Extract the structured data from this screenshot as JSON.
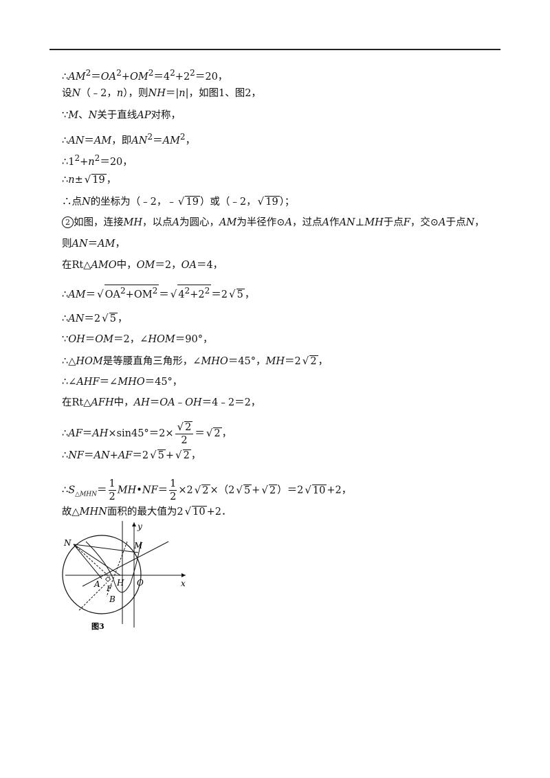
{
  "lines": [
    "∴AM²=OA²+OM²=4²+2²=20，",
    "设N（﹣2，n），则NH=|n|，如图1、图2，",
    "∵M、N关于直线AP对称，",
    "∴AN=AM，即AN²=AM²，",
    "∴1²+n²=20，",
    "∴n±√19，",
    "∴点N的坐标为（﹣2，﹣√19）或（﹣2，√19）；",
    "②如图，连接MH，以点A为圆心，AM为半径作⊙A，过点A作AN⊥MH于点F，交⊙A于点N，",
    "则AN=AM，",
    "在Rt△AMO中，OM=2，OA=4，",
    "∴AM=√(OA²+OM²)=√(4²+2²)=2√5，",
    "∴AN=2√5，",
    "∵OH=OM=2，∠HOM=90°，",
    "∴△HOM是等腰直角三角形，∠MHO=45°，MH=2√2，",
    "∴∠AHF=∠MHO=45°，",
    "在Rt△AFH中，AH=OA﹣OH=4﹣2=2，",
    "∴AF=AH×sin45°=2×√2/2=√2，",
    "∴NF=AN+AF=2√5+√2，",
    "∴S△MHN=1/2MH•NF=1/2×2√2×（2√5+√2）=2√10+2，",
    "故△MHN面积的最大值为2√10+2．"
  ],
  "figure": {
    "caption": "图3",
    "labels": {
      "N": "N",
      "M": "M",
      "A": "A",
      "H": "H",
      "F": "F",
      "B": "B",
      "O": "O",
      "x": "x",
      "y": "y"
    }
  }
}
